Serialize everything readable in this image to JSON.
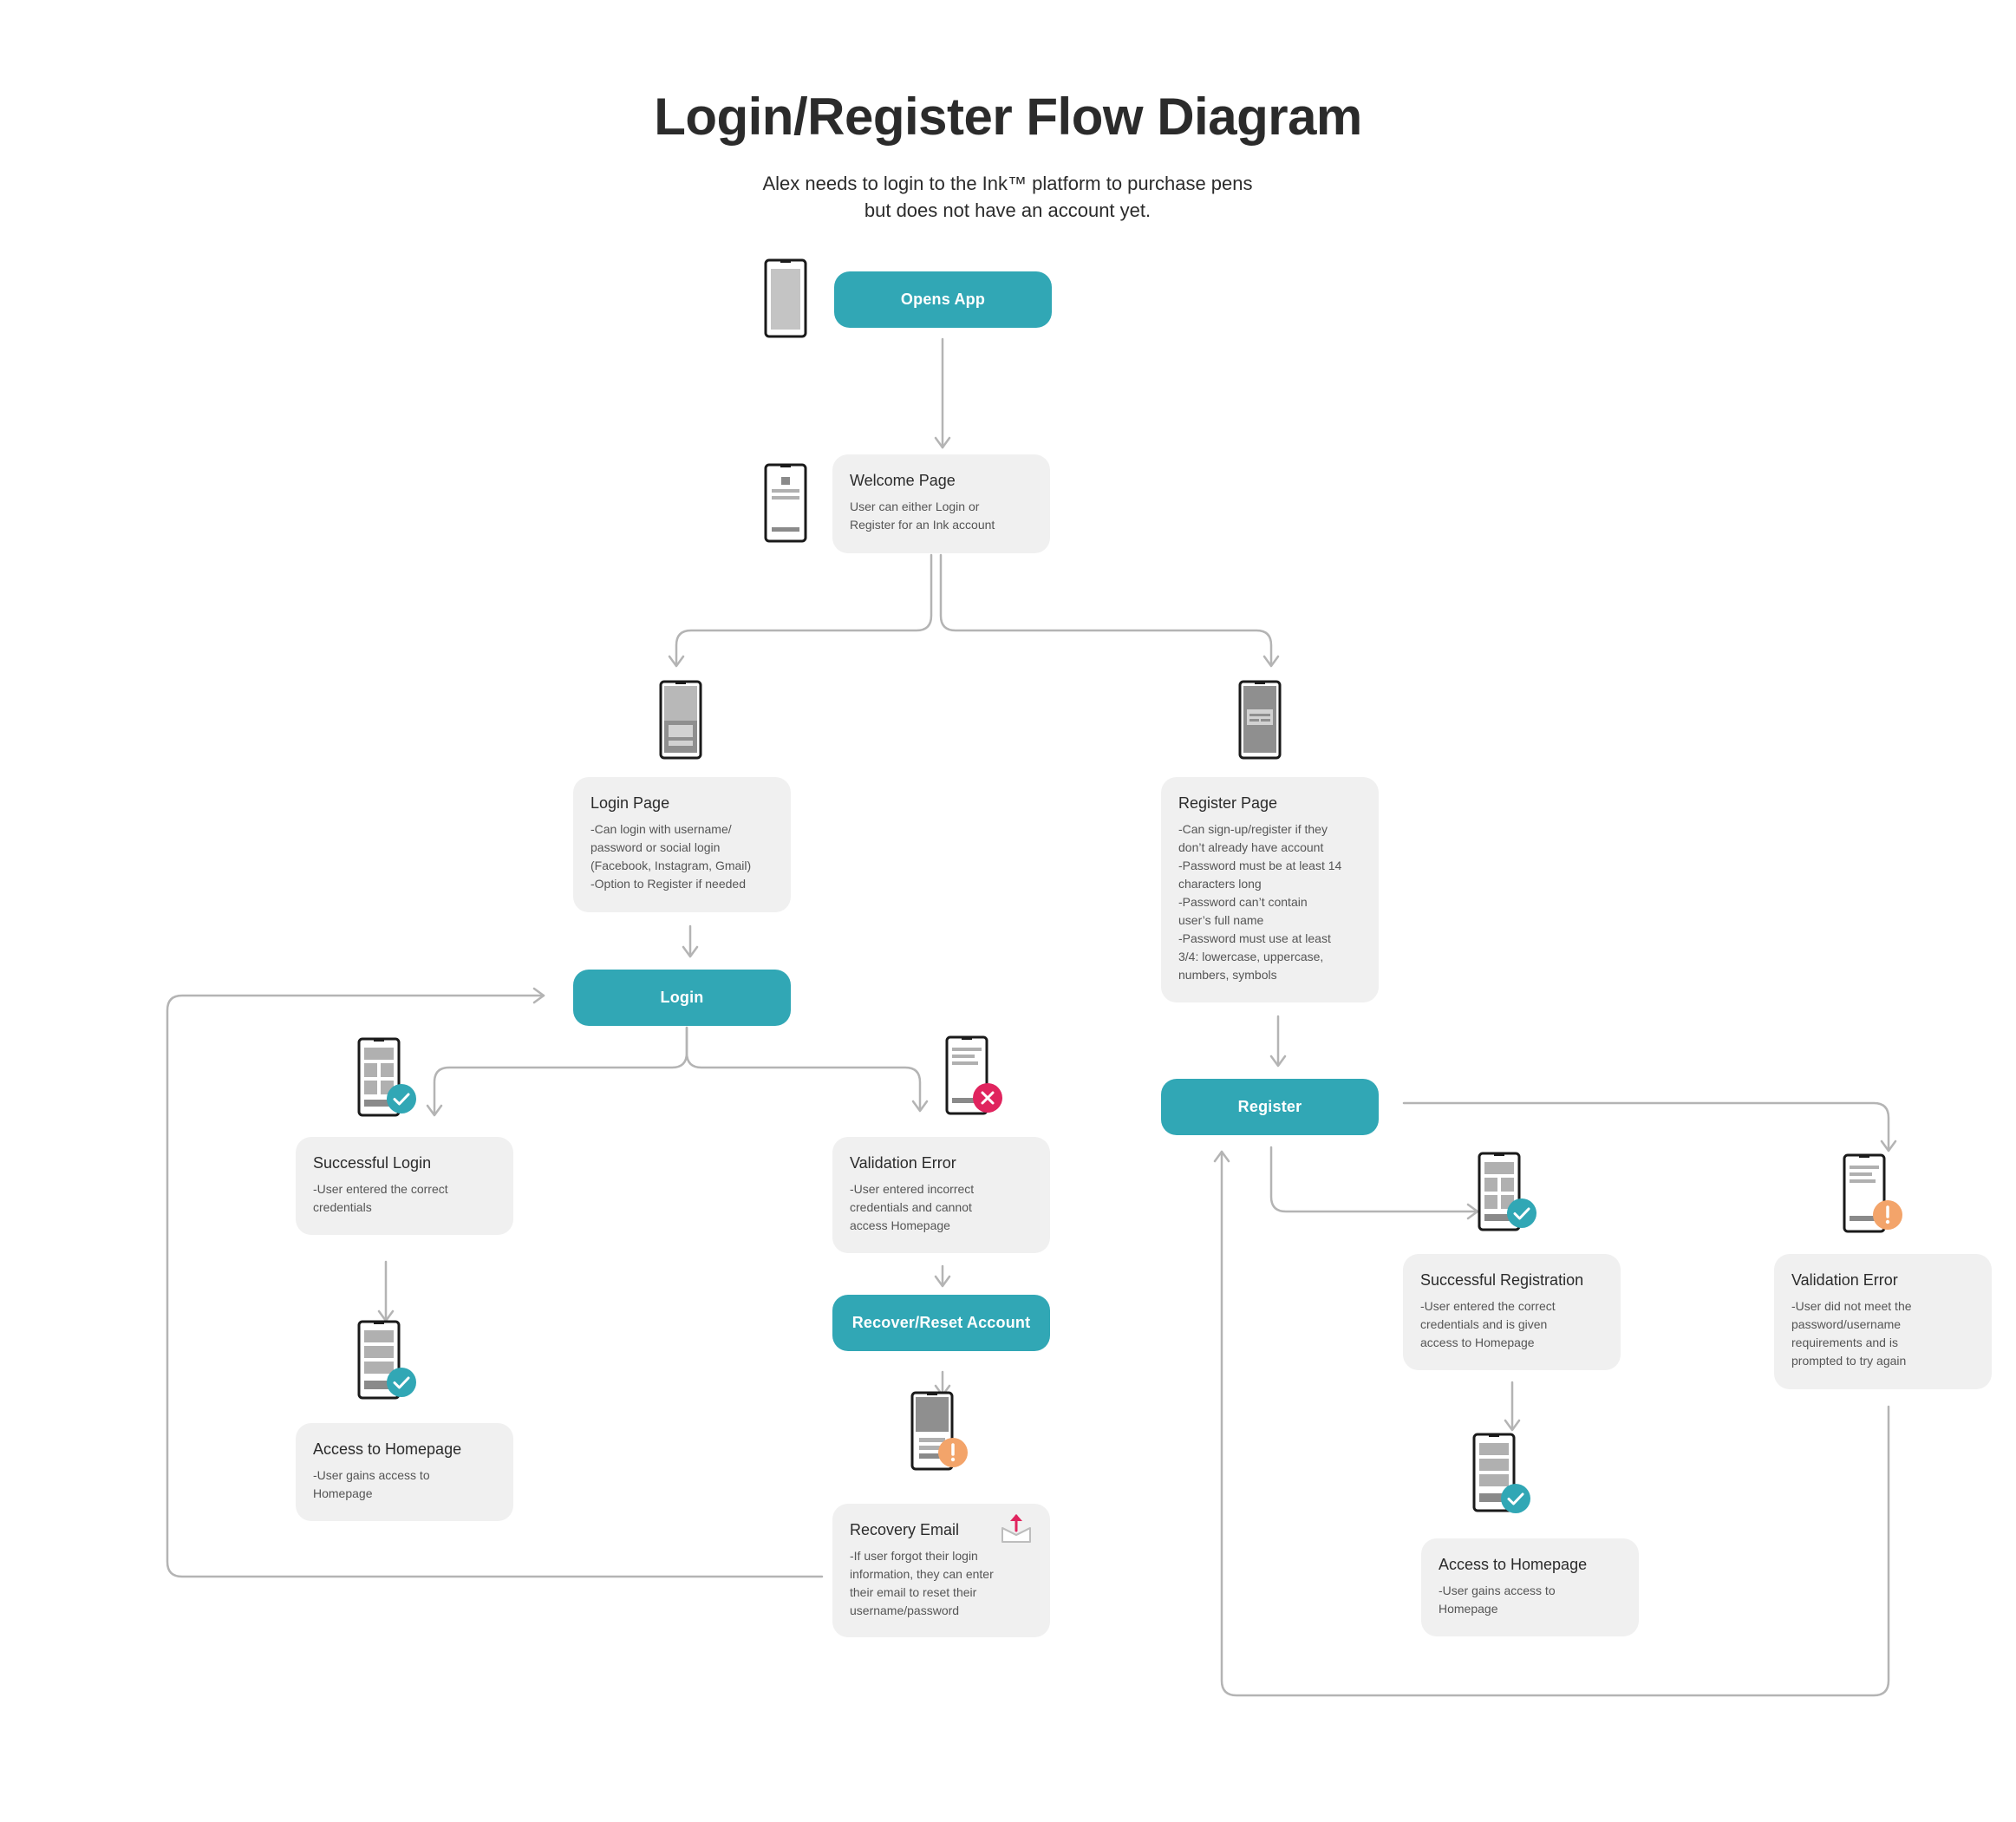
{
  "header": {
    "title": "Login/Register Flow Diagram",
    "subtitle_line1": "Alex needs to login to the Ink™ platform to purchase pens",
    "subtitle_line2": "but does not have an account yet."
  },
  "buttons": {
    "opens_app": "Opens App",
    "login": "Login",
    "register": "Register",
    "recover": "Recover/Reset Account"
  },
  "cards": {
    "welcome": {
      "title": "Welcome Page",
      "desc": "User can either Login or\nRegister for an Ink account"
    },
    "login_page": {
      "title": "Login Page",
      "desc": "-Can login with username/\npassword or social login\n(Facebook, Instagram, Gmail)\n-Option to Register if needed"
    },
    "register_page": {
      "title": "Register Page",
      "desc": "-Can sign-up/register if they\ndon’t already have account\n-Password must be at least 14\ncharacters long\n-Password can’t contain\nuser’s full name\n-Password must use at least\n3/4: lowercase, uppercase,\nnumbers, symbols"
    },
    "successful_login": {
      "title": "Successful Login",
      "desc": "-User entered the correct\ncredentials"
    },
    "login_validation_error": {
      "title": "Validation Error",
      "desc": "-User entered incorrect\ncredentials and cannot\naccess Homepage"
    },
    "access_home_login": {
      "title": "Access to Homepage",
      "desc": "-User gains access to\nHomepage"
    },
    "recovery_email": {
      "title": "Recovery Email",
      "desc": "-If user forgot their login\ninformation, they can enter\ntheir email to reset their\nusername/password"
    },
    "successful_registration": {
      "title": "Successful Registration",
      "desc": "-User entered the correct\ncredentials and is given\naccess to Homepage"
    },
    "register_validation_error": {
      "title": "Validation Error",
      "desc": "-User did not meet the\npassword/username\nrequirements and is\nprompted to try again"
    },
    "access_home_register": {
      "title": "Access to Homepage",
      "desc": "-User gains access to\nHomepage"
    }
  },
  "colors": {
    "accent": "#31a7b5",
    "card_bg": "#f0f0f0",
    "connector": "#b4b4b4",
    "success": "#31a7b5",
    "error": "#e0245e",
    "warning": "#f3a46a"
  },
  "icons": {
    "phone": "phone-mockup-icon",
    "success": "check-badge-icon",
    "error": "x-badge-icon",
    "warning": "exclamation-badge-icon",
    "mail": "mail-upload-icon"
  }
}
